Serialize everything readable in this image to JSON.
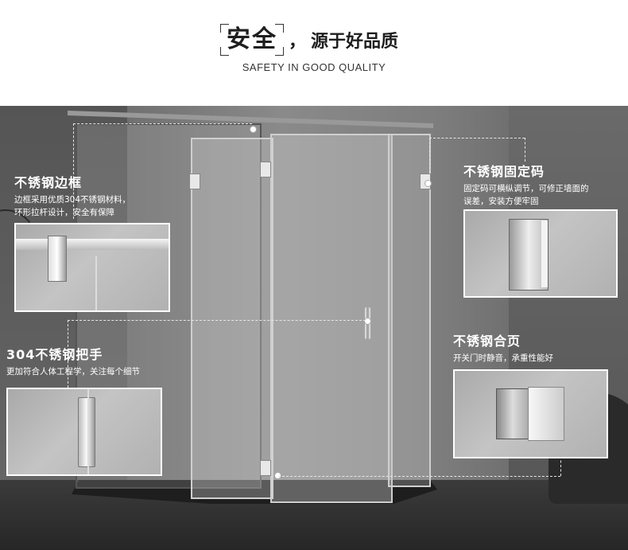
{
  "header": {
    "title_main": "安全",
    "title_sep": "，",
    "title_sub": "源于好品质",
    "subtitle": "SAFETY IN GOOD QUALITY"
  },
  "callouts": {
    "frame": {
      "title": "不锈钢边框",
      "desc_line1": "边框采用优质304不锈钢材料，",
      "desc_line2": "环形拉杆设计，安全有保障"
    },
    "fixing": {
      "title": "不锈钢固定码",
      "desc_line1": "固定码可横纵调节，可修正墙面的",
      "desc_line2": "误差，安装方便牢固"
    },
    "handle": {
      "title": "304不锈钢把手",
      "desc_line1": "更加符合人体工程学，关注每个细节"
    },
    "hinge": {
      "title": "不锈钢合页",
      "desc_line1": "开关门时静音，承重性能好"
    }
  },
  "colors": {
    "header_bg": "#ffffff",
    "title_text": "#1e1e1e",
    "callout_text": "#ffffff",
    "scene_tone": "#7a7a7a"
  },
  "icons": [
    "title-bracket-frame"
  ]
}
